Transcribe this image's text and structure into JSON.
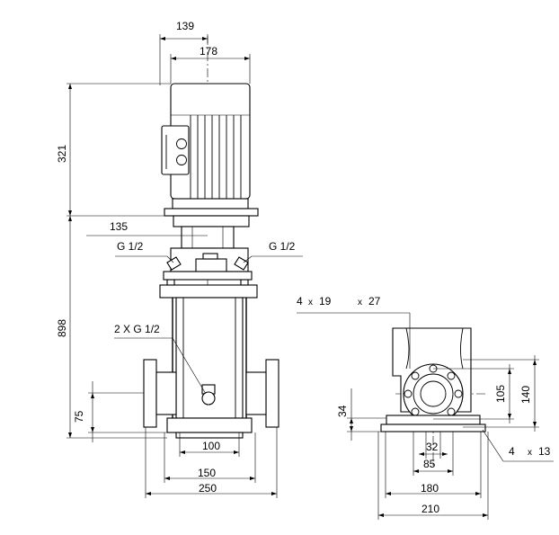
{
  "labels": {
    "w139": "139",
    "w178": "178",
    "h321": "321",
    "w135": "135",
    "g_left": "G 1/2",
    "g_right": "G 1/2",
    "h898": "898",
    "two_g": "2 X G 1/2",
    "h75": "75",
    "w100": "100",
    "w150": "150",
    "w250": "250",
    "holes_n": "4",
    "x1": "x",
    "holes_d": "19",
    "x2": "x",
    "bolt_d": "27",
    "h105": "105",
    "h140": "140",
    "h34": "34",
    "w32": "32",
    "w85": "85",
    "w180": "180",
    "w210": "210",
    "foot_n": "4",
    "x3": "x",
    "foot_d": "13"
  }
}
